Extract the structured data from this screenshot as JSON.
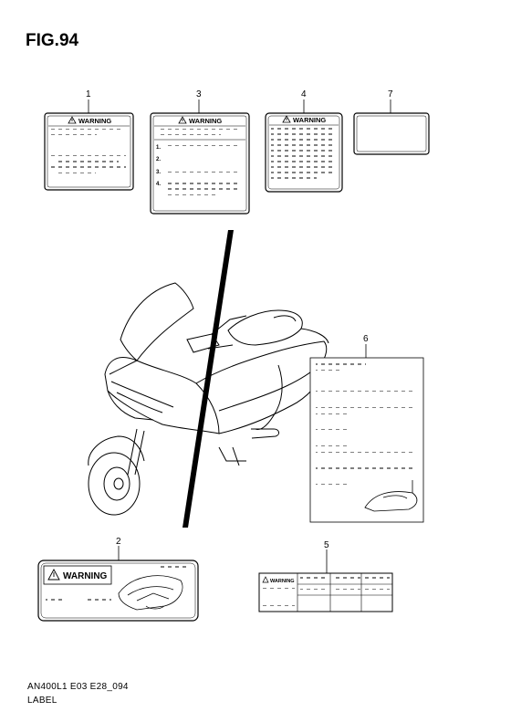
{
  "figure": {
    "title": "FIG.94",
    "code": "AN400L1 E03 E28_094",
    "label": "LABEL"
  },
  "callouts": {
    "c1": "1",
    "c2": "2",
    "c3": "3",
    "c4": "4",
    "c5": "5",
    "c6": "6",
    "c7": "7"
  },
  "labels": {
    "warning_1": "WARNING",
    "warning_2": "WARNING",
    "warning_3": "WARNING",
    "warning_4": "WARNING",
    "warning_5": "WARNING",
    "list_1": "1.",
    "list_2": "2.",
    "list_3": "3.",
    "list_4": "4."
  }
}
